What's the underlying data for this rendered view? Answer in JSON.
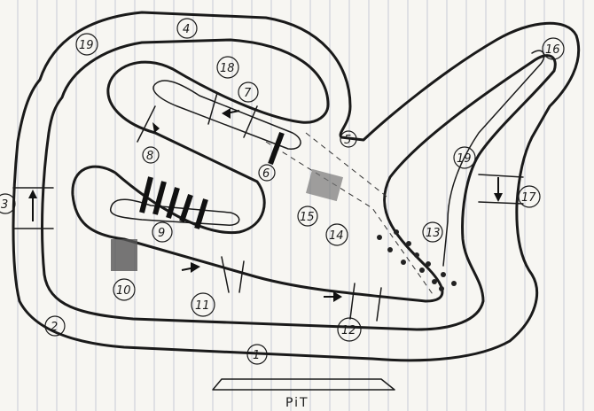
{
  "track": {
    "pit_label": "PiT",
    "corners": [
      {
        "id": "1",
        "label": "1"
      },
      {
        "id": "2",
        "label": "2"
      },
      {
        "id": "3",
        "label": "3"
      },
      {
        "id": "4",
        "label": "4"
      },
      {
        "id": "5",
        "label": "5"
      },
      {
        "id": "6",
        "label": "6"
      },
      {
        "id": "7",
        "label": "7"
      },
      {
        "id": "8",
        "label": "8"
      },
      {
        "id": "9",
        "label": "9"
      },
      {
        "id": "10",
        "label": "10"
      },
      {
        "id": "11",
        "label": "11"
      },
      {
        "id": "12",
        "label": "12"
      },
      {
        "id": "13",
        "label": "13"
      },
      {
        "id": "14",
        "label": "14"
      },
      {
        "id": "15",
        "label": "15"
      },
      {
        "id": "16",
        "label": "16"
      },
      {
        "id": "17",
        "label": "17"
      },
      {
        "id": "18",
        "label": "18"
      },
      {
        "id": "19",
        "label": "19"
      }
    ]
  }
}
